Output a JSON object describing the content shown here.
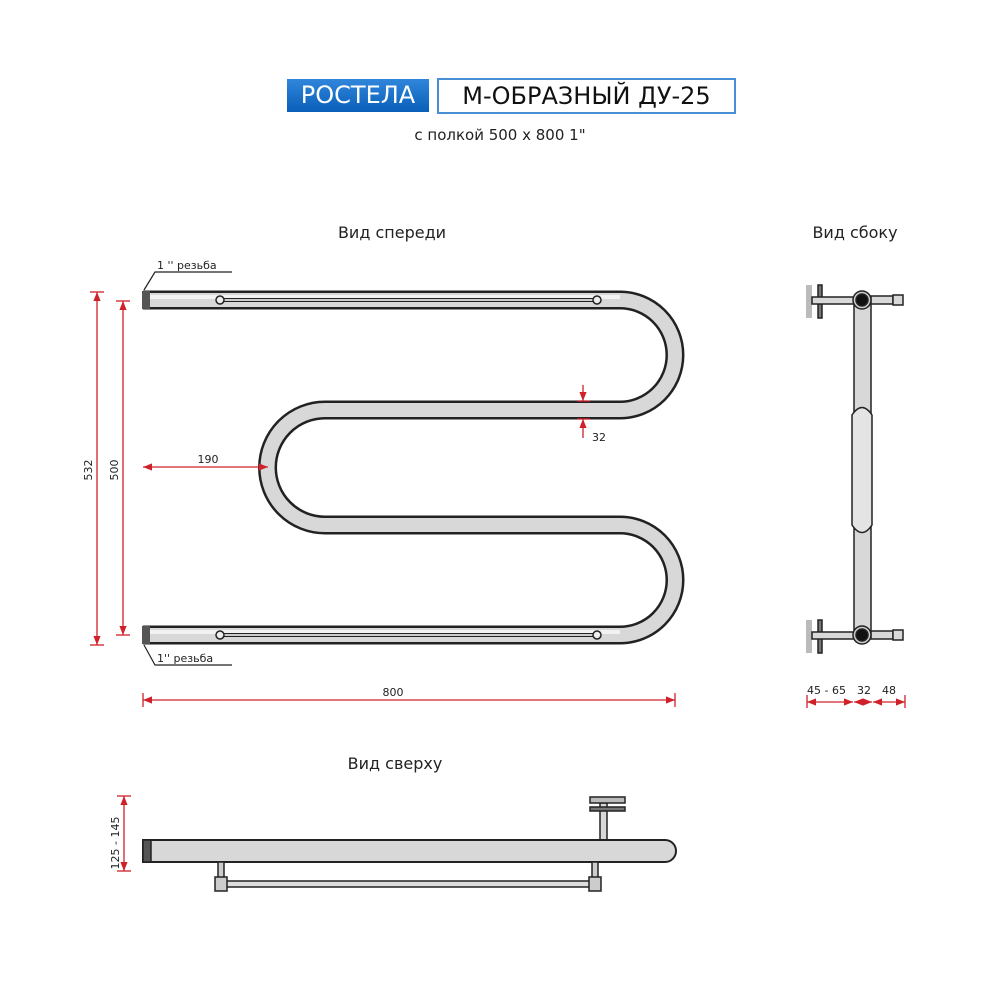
{
  "header": {
    "brand": "РОСТЕЛА",
    "model": "М-ОБРАЗНЫЙ ДУ-25",
    "subtitle": "с полкой 500 x 800 1\""
  },
  "views": {
    "front": "Вид спереди",
    "side": "Вид сбоку",
    "top": "Вид сверху"
  },
  "notes": {
    "thread_top": "1 '' резьба",
    "thread_bottom": "1'' резьба"
  },
  "dimensions": {
    "height_total": "532",
    "height_axis": "500",
    "inner_offset": "190",
    "width": "800",
    "pipe_diameter": "32",
    "side_wall": "45 - 65",
    "side_pipe": "32",
    "side_fitting": "48",
    "top_depth": "125 - 145"
  },
  "colors": {
    "brand": "#0a5fb8",
    "dimension": "#d0202a"
  }
}
